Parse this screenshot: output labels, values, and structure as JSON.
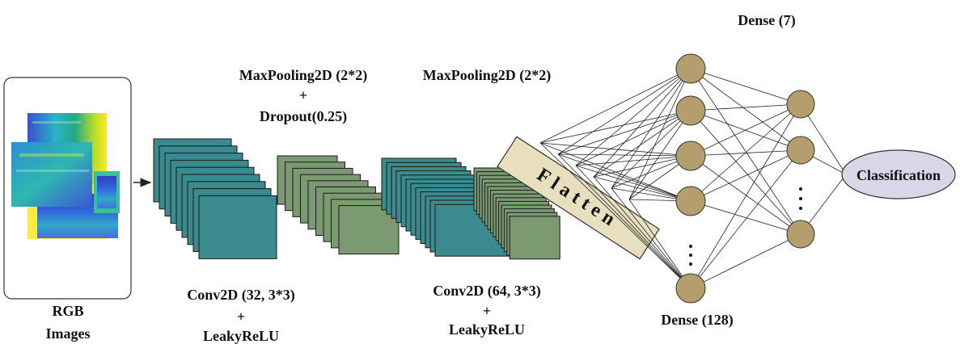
{
  "input": {
    "label_line1": "RGB",
    "label_line2": "Images"
  },
  "conv1": {
    "label_line1": "Conv2D (32, 3*3)",
    "label_line2": "+",
    "label_line3": "LeakyReLU"
  },
  "pool1": {
    "label_line1": "MaxPooling2D (2*2)",
    "label_line2": "+",
    "label_line3": "Dropout(0.25)"
  },
  "conv2": {
    "label_line1": "Conv2D (64, 3*3)",
    "label_line2": "+",
    "label_line3": "LeakyReLU"
  },
  "pool2": {
    "label": "MaxPooling2D (2*2)"
  },
  "flatten": {
    "label": "Flatten"
  },
  "dense1": {
    "label": "Dense (128)"
  },
  "dense2": {
    "label": "Dense (7)"
  },
  "output": {
    "label": "Classification"
  },
  "colors": {
    "conv": "#3b8a8e",
    "pool": "#7c9a72",
    "node": "#b59e6d",
    "flatten": "#e8dfbf",
    "output": "#d7d7e8",
    "line": "#222222"
  }
}
